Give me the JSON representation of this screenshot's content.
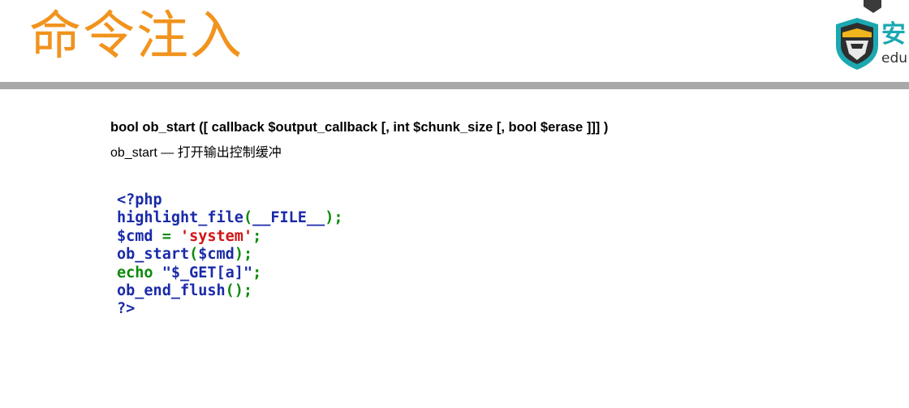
{
  "slide": {
    "title": "命令注入"
  },
  "logo": {
    "text_cn": "安",
    "text_en": "edu",
    "colors": {
      "shield": "#3b3b3b",
      "accent": "#f1b51d",
      "teal": "#1ba8b1"
    }
  },
  "content": {
    "signature": "bool ob_start ([ callback $output_callback [, int $chunk_size [, bool $erase ]]] )",
    "description": "ob_start — 打开输出控制缓冲"
  },
  "code": {
    "line1": {
      "a": "<?php"
    },
    "line2": {
      "a": "highlight_file",
      "b": "(",
      "c": "__FILE__",
      "d": ");"
    },
    "line3": {
      "a": "$cmd ",
      "b": "= ",
      "c": "'system'",
      "d": ";"
    },
    "line4": {
      "a": "ob_start",
      "b": "(",
      "c": "$cmd",
      "d": ");"
    },
    "line5": {
      "a": "echo ",
      "b": "\"$_GET[a]\"",
      "c": ";"
    },
    "line6": {
      "a": "ob_end_flush",
      "b": "();"
    },
    "line7": {
      "a": "?>"
    }
  },
  "colors": {
    "title": "#f1931d",
    "divider": "#a8a8a8",
    "code_default": "#1a2aa8",
    "code_keyword": "#0b8a0b",
    "code_string": "#d11414"
  }
}
